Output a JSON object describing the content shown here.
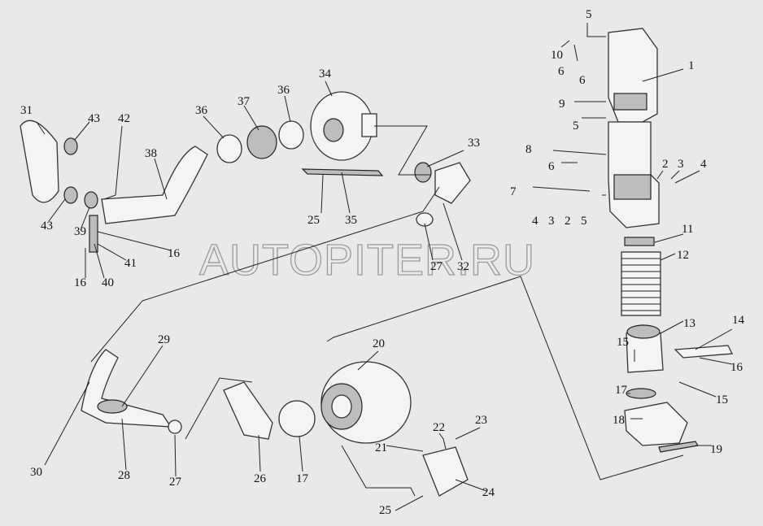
{
  "watermark": "AUTOPITER.RU",
  "labels": [
    "5",
    "10",
    "6",
    "1",
    "6",
    "9",
    "5",
    "8",
    "6",
    "2",
    "3",
    "4",
    "7",
    "4",
    "3",
    "2",
    "5",
    "11",
    "12",
    "13",
    "14",
    "15",
    "16",
    "17",
    "15",
    "18",
    "19",
    "31",
    "43",
    "42",
    "36",
    "37",
    "36",
    "34",
    "33",
    "38",
    "43",
    "39",
    "25",
    "35",
    "27",
    "32",
    "41",
    "16",
    "16",
    "40",
    "29",
    "20",
    "22",
    "23",
    "21",
    "30",
    "28",
    "27",
    "26",
    "17",
    "24",
    "25"
  ]
}
